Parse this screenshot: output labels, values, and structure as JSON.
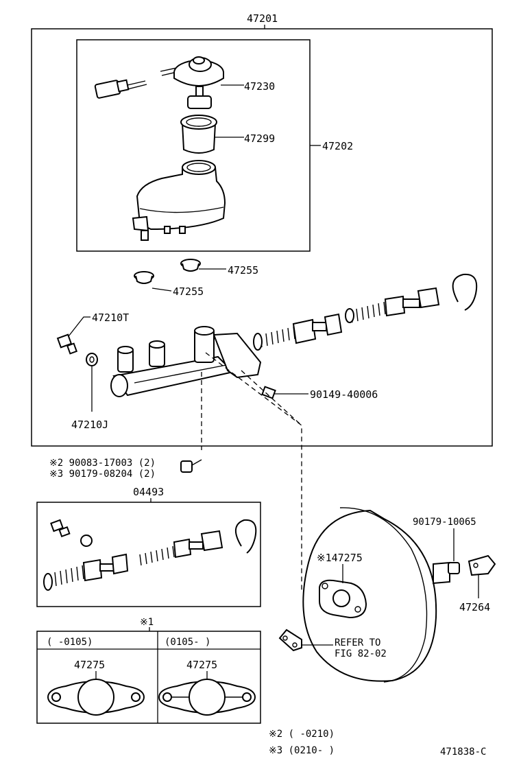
{
  "labels": {
    "assy_main": "47201",
    "reservoir_sub": "47202",
    "cap": "47230",
    "strainer": "47299",
    "grommet_a": "47255",
    "grommet_b": "47255",
    "union_bolt": "47210T",
    "gasket_j": "47210J",
    "screw": "90149-40006",
    "note2_part": "※2 90083-17003 (2)",
    "note3_part": "※3 90179-08204 (2)",
    "kit": "04493",
    "booster_gasket": "※147275",
    "refer_line1": "REFER TO",
    "refer_line2": "FIG 82-02",
    "booster_nut": "90179-10065",
    "clevis": "47264",
    "note1_header": "※1",
    "col_left": "(      -0105)",
    "col_right": "(0105-      )",
    "col_left_part": "47275",
    "col_right_part": "47275",
    "footnote2": "※2 (       -0210)",
    "footnote3": "※3 (0210-       )",
    "fig_id": "471838-C"
  },
  "icons": [
    "reservoir-cap-icon",
    "strainer-icon",
    "reservoir-tank-icon",
    "grommet-icon",
    "union-bolt-icon",
    "gasket-washer-icon",
    "master-cylinder-body-icon",
    "piston-spring-icon",
    "snap-ring-icon",
    "brake-booster-icon",
    "clevis-icon",
    "nut-icon",
    "booster-gasket-icon"
  ]
}
